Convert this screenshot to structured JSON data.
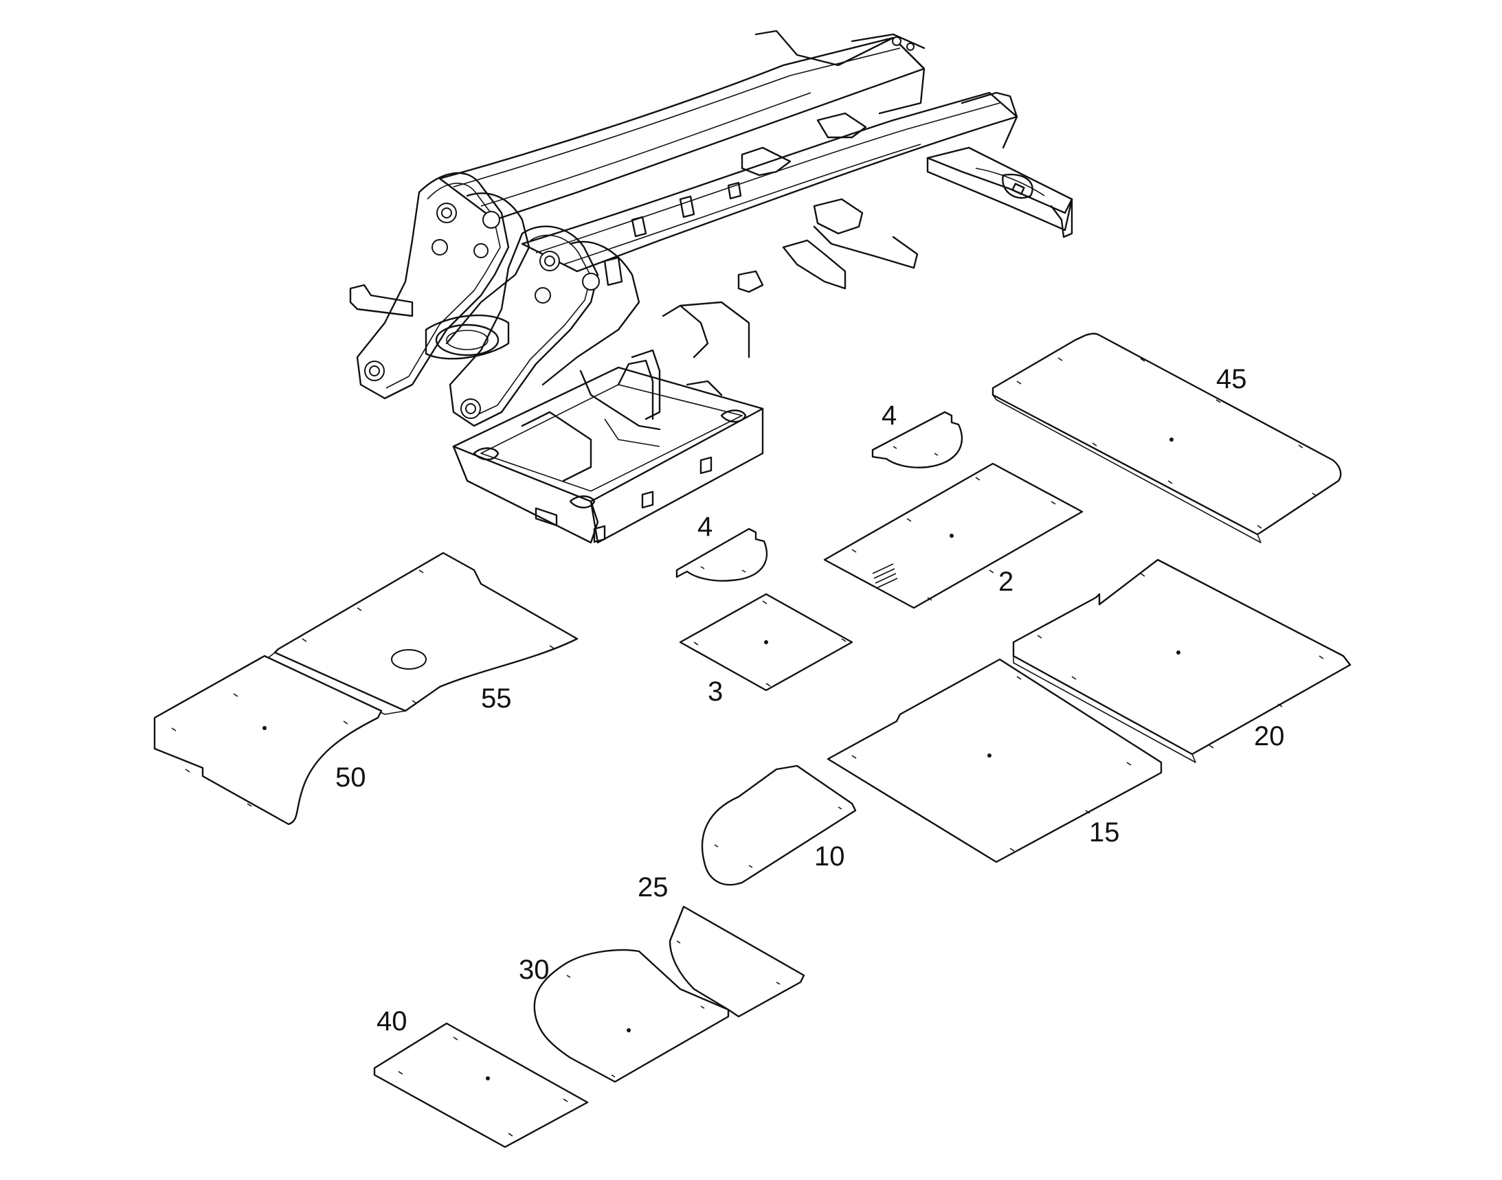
{
  "colors": {
    "line": "#111111",
    "background": "#ffffff"
  },
  "callouts": {
    "p2": "2",
    "p3": "3",
    "p4a": "4",
    "p4b": "4",
    "p10": "10",
    "p15": "15",
    "p20": "20",
    "p25": "25",
    "p30": "30",
    "p40": "40",
    "p45": "45",
    "p50": "50",
    "p55": "55"
  }
}
